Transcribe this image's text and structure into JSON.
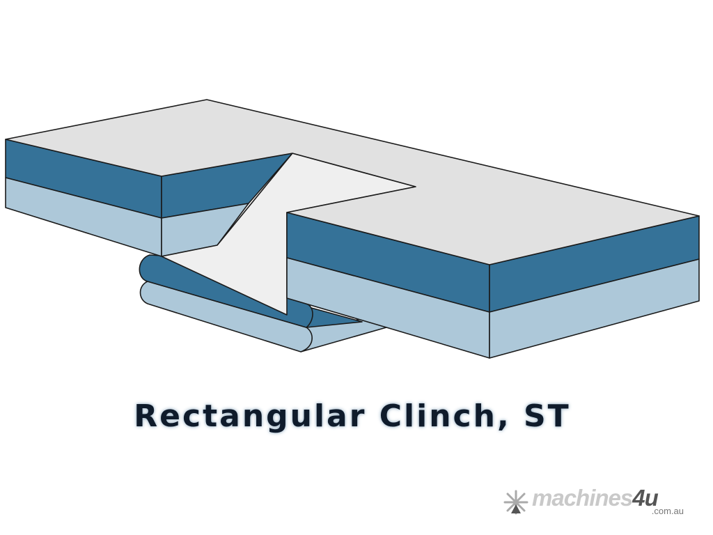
{
  "caption": "Rectangular Clinch, ST",
  "watermark": {
    "brand": "machines",
    "brand_number": "4u",
    "domain": ".com.au"
  },
  "colors": {
    "dark_layer": "#357298",
    "light_layer": "#adc8d9",
    "top_face": "#e1e1e1",
    "tab_face": "#efefef",
    "outline": "#1a1a1a"
  }
}
